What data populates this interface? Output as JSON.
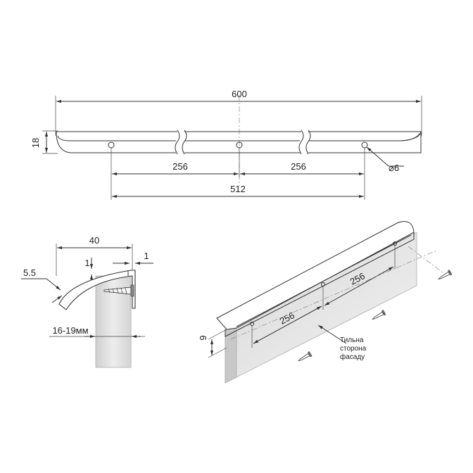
{
  "top_view": {
    "overall_length": "600",
    "height": "18",
    "spacing_left": "256",
    "spacing_right": "256",
    "hole_span": "512",
    "hole_diameter": "⌀6"
  },
  "profile_view": {
    "width": "40",
    "lip_thickness": "1",
    "curve_thickness": "5.5",
    "facade_thickness": "16-19мм"
  },
  "iso_view": {
    "spacing_a": "256",
    "spacing_b": "256",
    "edge_offset": "9",
    "note_line1": "Тильна",
    "note_line2": "сторона",
    "note_line3": "фасаду"
  }
}
